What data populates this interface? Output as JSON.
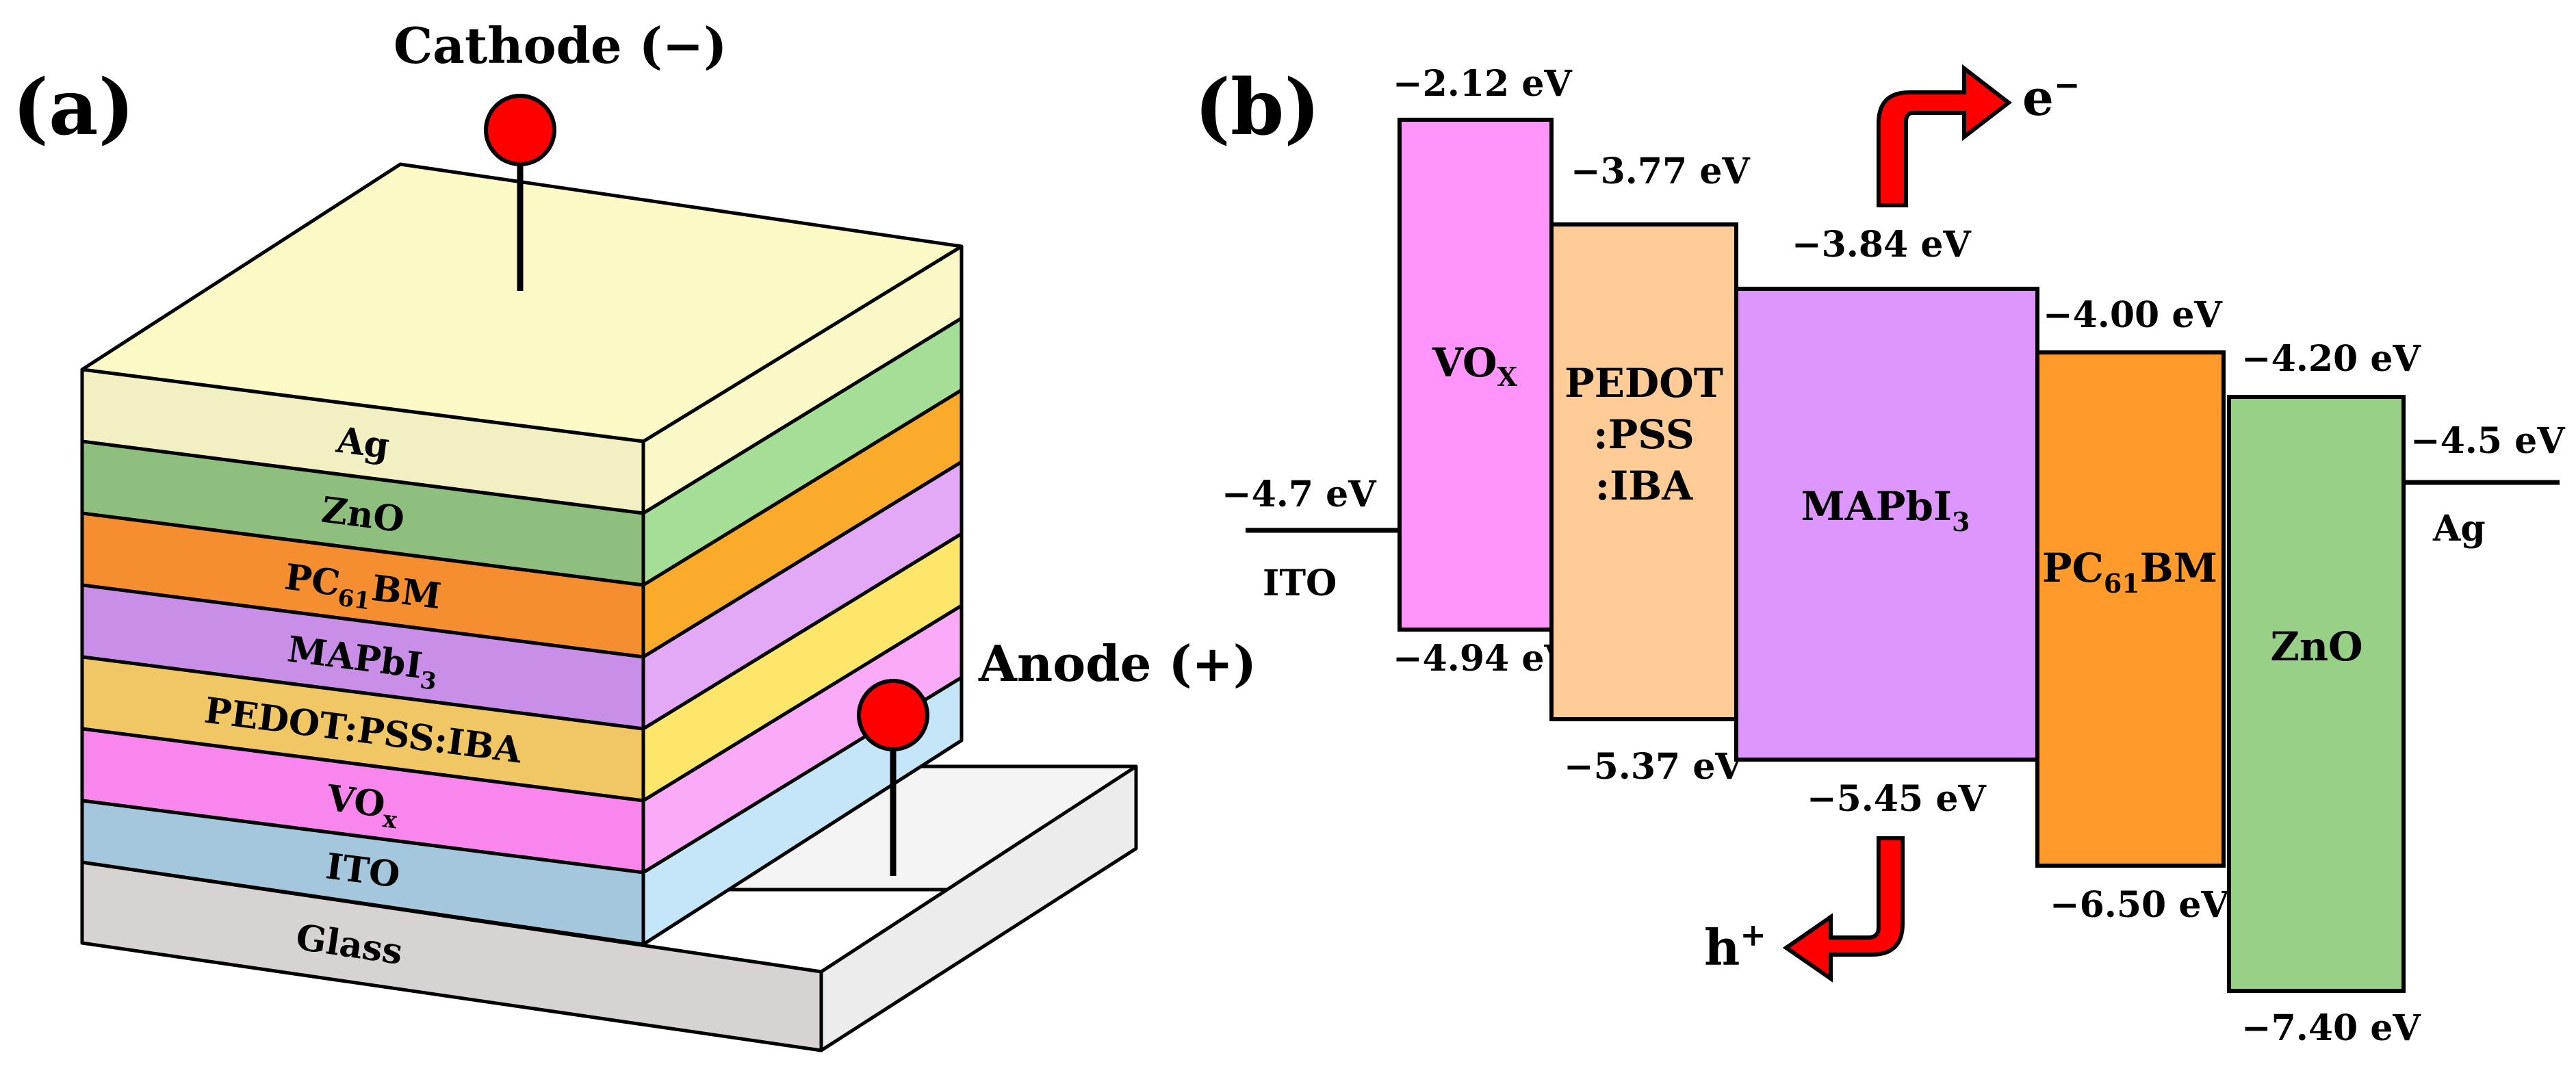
{
  "panel_a": {
    "label": "(a)",
    "cathode_label": "Cathode (−)",
    "anode_label": "Anode (+)",
    "layers": [
      {
        "name": "Ag",
        "sub": "",
        "tail": "",
        "front": "#f2efc3",
        "side": "#fbf8c7"
      },
      {
        "name": "ZnO",
        "sub": "",
        "tail": "",
        "front": "#8fbf7f",
        "side": "#a4de97"
      },
      {
        "name": "PC",
        "sub": "61",
        "tail": "BM",
        "front": "#f58e30",
        "side": "#fbab2c"
      },
      {
        "name": "MAPbI",
        "sub": "3",
        "tail": "",
        "front": "#c98ee8",
        "side": "#e3a8f6"
      },
      {
        "name": "PEDOT:PSS:IBA",
        "sub": "",
        "tail": "",
        "front": "#f1c765",
        "side": "#fde66a"
      },
      {
        "name": "VO",
        "sub": "x",
        "tail": "",
        "front": "#f986ed",
        "side": "#fbaaf7"
      },
      {
        "name": "ITO",
        "sub": "",
        "tail": "",
        "front": "#a5c7dd",
        "side": "#c5e5f8"
      },
      {
        "name": "Glass",
        "sub": "",
        "tail": "",
        "front": "#d7d3d3",
        "side": "#ededed"
      }
    ],
    "top_color": "#fbf9c6",
    "electrode_color": "#ff0000"
  },
  "panel_b": {
    "label": "(b)",
    "electron_label": "e",
    "electron_sup": "−",
    "hole_label": "h",
    "hole_sup": "+",
    "ito": {
      "label": "ITO",
      "level": "−4.7 eV"
    },
    "ag": {
      "label": "Ag",
      "level": "−4.5 eV"
    },
    "bands": [
      {
        "key": "vox",
        "lines": [
          "VO"
        ],
        "sub": "X",
        "upper": "−2.12 eV",
        "lower": "−4.94 eV",
        "color": "#ff94fb"
      },
      {
        "key": "pedot",
        "lines": [
          "PEDOT",
          ":PSS",
          ":IBA"
        ],
        "sub": "",
        "upper": "−3.77 eV",
        "lower": "−5.37 eV",
        "color": "#ffcb96"
      },
      {
        "key": "mapbi",
        "lines": [
          "MAPbI"
        ],
        "sub": "3",
        "upper": "−3.84 eV",
        "lower": "−5.45 eV",
        "color": "#dd96fb"
      },
      {
        "key": "pcbm",
        "lines": [
          "PC",
          "BM"
        ],
        "sub": "61",
        "upper": "−4.00 eV",
        "lower": "−6.50 eV",
        "color": "#ff9a2b"
      },
      {
        "key": "zno",
        "lines": [
          "ZnO"
        ],
        "sub": "",
        "upper": "−4.20 eV",
        "lower": "−7.40 eV",
        "color": "#98d088"
      }
    ],
    "arrow_color": "#ff0000"
  }
}
